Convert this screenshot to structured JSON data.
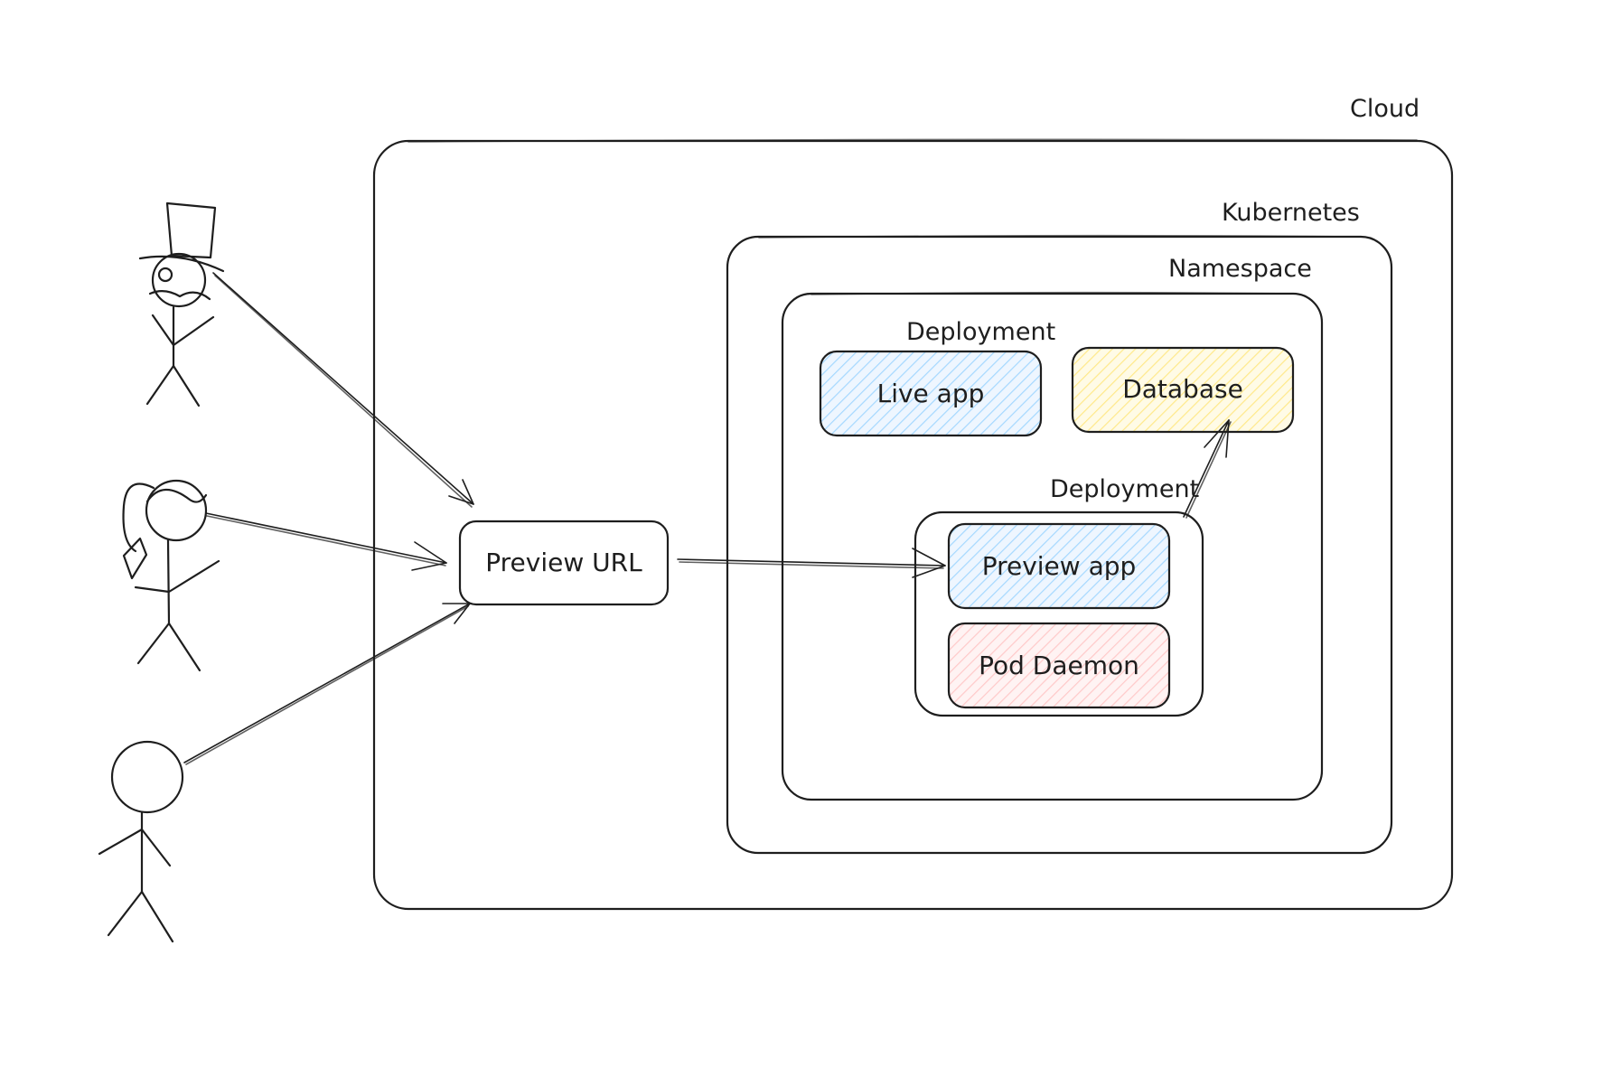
{
  "diagram": {
    "containers": {
      "cloud": {
        "label": "Cloud"
      },
      "kubernetes": {
        "label": "Kubernetes"
      },
      "namespace": {
        "label": "Namespace"
      },
      "deployment_live": {
        "label": "Deployment"
      },
      "deployment_preview": {
        "label": "Deployment"
      }
    },
    "nodes": {
      "preview_url": {
        "label": "Preview URL",
        "fill": "#ffffff"
      },
      "live_app": {
        "label": "Live app",
        "fill": "#a5d8ff"
      },
      "database": {
        "label": "Database",
        "fill": "#ffec99"
      },
      "preview_app": {
        "label": "Preview app",
        "fill": "#a5d8ff"
      },
      "pod_daemon": {
        "label": "Pod Daemon",
        "fill": "#ffc9c9"
      }
    },
    "actors": [
      {
        "id": "top-hat-person",
        "icon": "top-hat-stick-figure-icon"
      },
      {
        "id": "ponytail-person",
        "icon": "ponytail-stick-figure-icon"
      },
      {
        "id": "plain-person",
        "icon": "plain-stick-figure-icon"
      }
    ],
    "edges": [
      {
        "from": "top-hat-person",
        "to": "preview_url"
      },
      {
        "from": "ponytail-person",
        "to": "preview_url"
      },
      {
        "from": "plain-person",
        "to": "preview_url"
      },
      {
        "from": "preview_url",
        "to": "preview_app"
      },
      {
        "from": "preview_app",
        "to": "database"
      }
    ],
    "stroke_color": "#1e1e1e"
  }
}
